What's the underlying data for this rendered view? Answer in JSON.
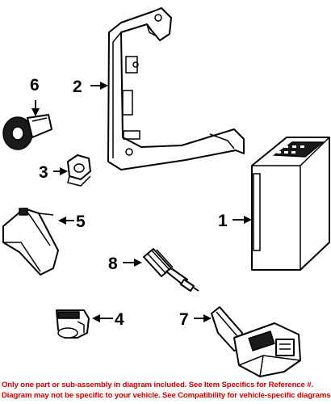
{
  "callouts": [
    {
      "label": "1",
      "part": "control module"
    },
    {
      "label": "2",
      "part": "mounting bracket"
    },
    {
      "label": "3",
      "part": "nut"
    },
    {
      "label": "4",
      "part": "sensor"
    },
    {
      "label": "5",
      "part": "sensor"
    },
    {
      "label": "6",
      "part": "knock sensor"
    },
    {
      "label": "7",
      "part": "ignition coil"
    },
    {
      "label": "8",
      "part": "spark plug"
    }
  ],
  "footer": {
    "line1": "Only one part or sub-assembly in diagram included. See Item Specifics for Reference #.",
    "line2": "Diagram may not be specific to your vehicle. See Compatibility for vehicle-specific diagrams."
  },
  "colors": {
    "line_art": "#000000",
    "footer_text": "#c80000",
    "background": "#ffffff"
  }
}
